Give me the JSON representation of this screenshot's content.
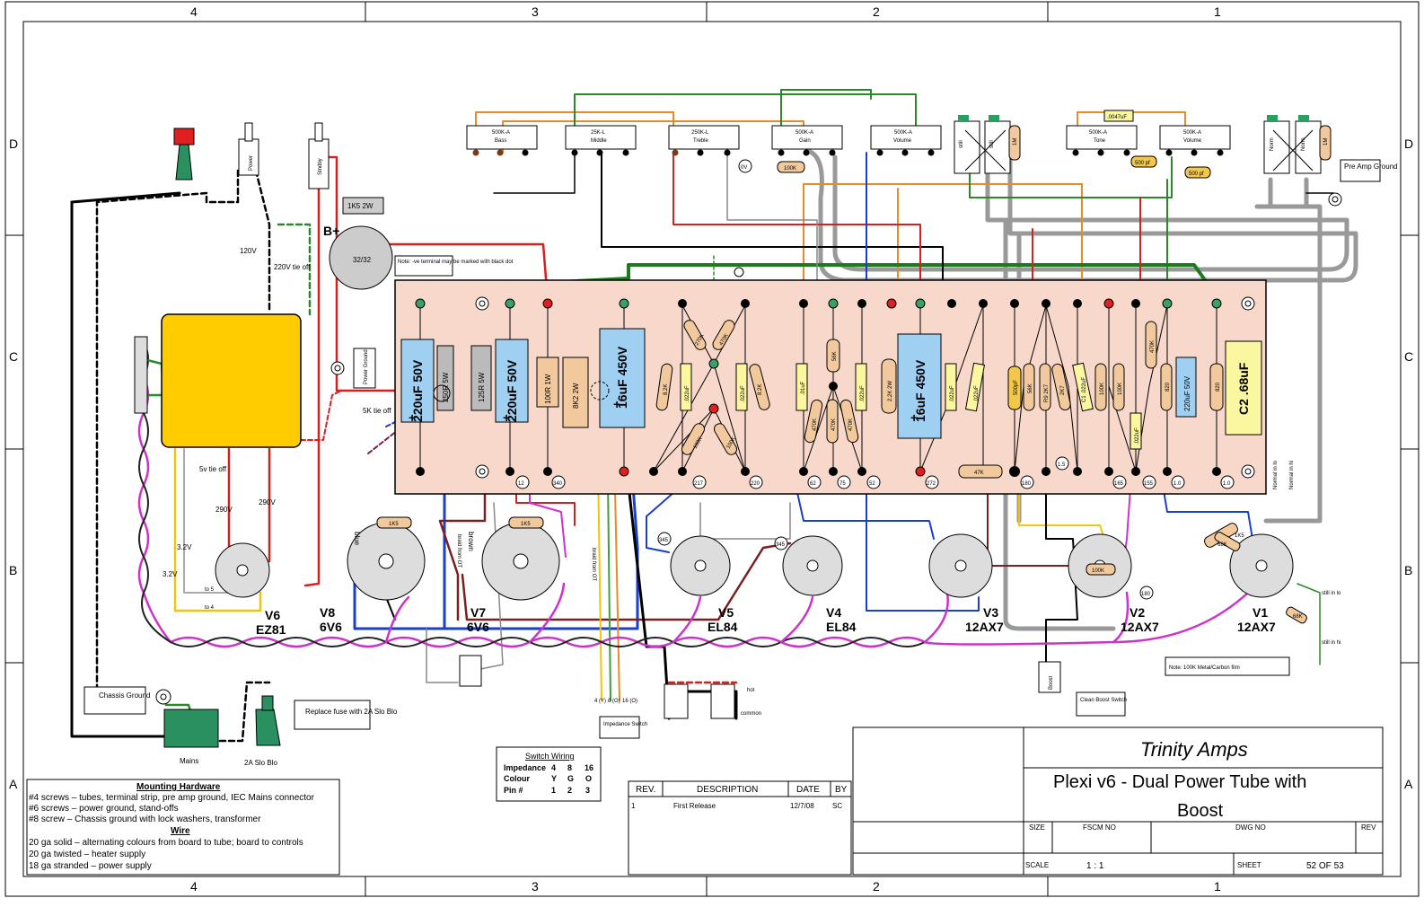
{
  "frame": {
    "columns": [
      "4",
      "3",
      "2",
      "1"
    ],
    "rows": [
      "D",
      "C",
      "B",
      "A"
    ]
  },
  "title_block": {
    "company": "Trinity Amps",
    "title_line1": "Plexi v6 - Dual Power Tube with",
    "title_line2": "Boost",
    "size_label": "SIZE",
    "fscm_label": "FSCM NO",
    "dwg_label": "DWG NO",
    "rev_label": "REV",
    "scale_label": "SCALE",
    "scale_value": "1 : 1",
    "sheet_label": "SHEET",
    "sheet_value": "52 OF 53"
  },
  "revision_table": {
    "headers": [
      "REV.",
      "DESCRIPTION",
      "DATE",
      "BY"
    ],
    "rows": [
      [
        "1",
        "First Release",
        "12/7/08",
        "SC"
      ]
    ]
  },
  "mounting_hardware": {
    "title": "Mounting Hardware",
    "lines": [
      "#4 screws – tubes, terminal strip, pre amp ground, IEC Mains connector",
      "#6 screws – power ground, stand-offs",
      "#8 screw – Chassis ground with lock washers, transformer"
    ],
    "wire_title": "Wire",
    "wire_lines": [
      "20 ga solid – alternating colours from board to tube; board to controls",
      "20 ga twisted – heater supply",
      "18 ga stranded – power supply"
    ]
  },
  "switch_wiring": {
    "title": "Switch Wiring",
    "rows": [
      [
        "Impedance",
        "4",
        "8",
        "16"
      ],
      [
        "Colour",
        "Y",
        "G",
        "O"
      ],
      [
        "Pin #",
        "1",
        "2",
        "3"
      ]
    ]
  },
  "pots": [
    {
      "value": "500K-A",
      "name": "Bass"
    },
    {
      "value": "25K-L",
      "name": "Middle"
    },
    {
      "value": "250K-L",
      "name": "Treble"
    },
    {
      "value": "500K-A",
      "name": "Gain"
    },
    {
      "value": "500K-A",
      "name": "Volume"
    },
    {
      "value": "500K-A",
      "name": "Tone"
    },
    {
      "value": "500K-A",
      "name": "Volume"
    }
  ],
  "tubes": [
    {
      "id": "V6",
      "type": "EZ81"
    },
    {
      "id": "V8",
      "type": "6V6"
    },
    {
      "id": "V7",
      "type": "6V6"
    },
    {
      "id": "V5",
      "type": "EL84"
    },
    {
      "id": "V4",
      "type": "EL84"
    },
    {
      "id": "V3",
      "type": "12AX7"
    },
    {
      "id": "V2",
      "type": "12AX7"
    },
    {
      "id": "V1",
      "type": "12AX7"
    }
  ],
  "board_parts": [
    "220uF 50V",
    "250R 5W",
    "125R 5W",
    "220uF 50V",
    "100R 1W",
    "8K2 2W",
    "16uF 450V",
    "8.2K",
    ".022uF",
    "270K",
    "470K",
    ".022uF",
    "8.2K",
    "100K",
    "100K",
    ".01uF",
    "470K",
    "56K",
    "470K",
    "470K",
    ".022uF",
    "2.2K 2W",
    "16uF 450V",
    ".022uF",
    ".022uF",
    "500pF",
    "56K",
    "R9 2K7",
    "2K7",
    "C1 .022uF",
    "100K",
    "100K",
    "470K",
    ".022uF",
    "820",
    "220uF 50V",
    "820",
    "C2 .68uF",
    "47K"
  ],
  "test_points": [
    "12",
    "340",
    "217",
    "220",
    "62",
    "75",
    "52",
    "272",
    "180",
    "1.5",
    "165",
    "155",
    "1.0",
    "1.0",
    "345",
    "345",
    "180",
    "0V"
  ],
  "labels": {
    "power_ground": "Power Ground",
    "chassis_ground": "Chassis Ground",
    "pre_amp_ground": "Pre Amp Ground",
    "mains": "Mains",
    "fuse": "2A Slo Blo",
    "fuse_note": "Replace fuse with 2A Slo Blo",
    "res_1k5_2w": "1K5 2W",
    "b_plus": "B+",
    "can_cap": "32/32",
    "can_note": "Note: -ve terminal may be marked with black dot",
    "v120": "120V",
    "v220_tie": "220V tie off",
    "v5_tie": "5v tie off",
    "k5_tie": "5K tie off",
    "v290a": "290V",
    "v290b": "290V",
    "v32a": "3.2V",
    "v32b": "3.2V",
    "to5": "to 5",
    "to4": "to 4",
    "blue": "blue",
    "brown": "brown",
    "braid1": "braid from OT",
    "braid2": "braid from OT",
    "r1k5a": "1K5",
    "r1k5b": "1K5",
    "impedance_switch": "Impedance Switch",
    "imp_pins": [
      "4 (Y)",
      "8 (G)",
      "16 (O)"
    ],
    "hot": "hot",
    "common": "common",
    "clean_boost": "Clean Boost Switch",
    "note_100k": "Note: 100K Metal/Carbon film",
    "normal_lo": "Normal in lo",
    "normal_hi": "Normal in hi",
    "still_lo": "still in lo",
    "still_hi": "still in hi",
    "pot_100k": "100K",
    "cap_0047": ".0047uF",
    "cap_500pf_a": "500 pf",
    "cap_500pf_b": "500 pf",
    "r1m": "1M",
    "r68k_a": "68K",
    "r68k_b": "68K",
    "r1k5c": "1K5",
    "r100k_v2": "100K",
    "stand": "Stndby",
    "power": "Power",
    "jack_norm": "Norm",
    "jack_lo": "lo",
    "jack_hi": "hi",
    "jack_still": "still",
    "boost": "Boost"
  }
}
